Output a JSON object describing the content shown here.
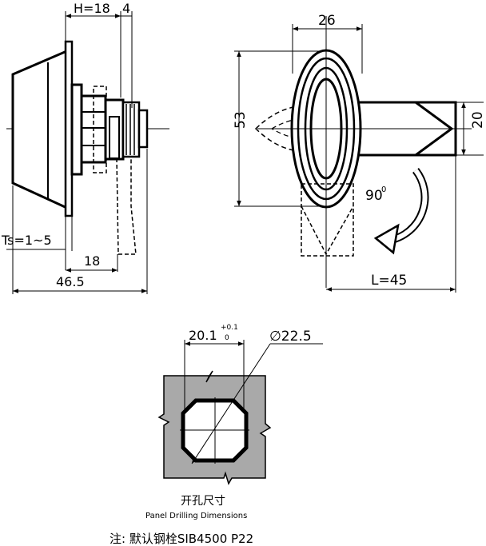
{
  "side_view": {
    "dim_h": "H=18",
    "dim_4": "4",
    "dim_ts": "Ts=1~5",
    "dim_18": "18",
    "dim_46_5": "46.5"
  },
  "front_view": {
    "dim_26": "26",
    "dim_53": "53",
    "dim_20": "20",
    "dim_l": "L=45",
    "rotation_value": "90",
    "rotation_degree": "0"
  },
  "cutout": {
    "width_value": "20.1",
    "tol_upper": "+0.1",
    "tol_lower": "0",
    "diameter": "∅22.5",
    "caption_cn": "开孔尺寸",
    "caption_en": "Panel Drilling Dimensions"
  },
  "note": "注: 默认钢栓SIB4500 P22",
  "colors": {
    "line": "#000000",
    "panel": "#a9a9a9"
  }
}
